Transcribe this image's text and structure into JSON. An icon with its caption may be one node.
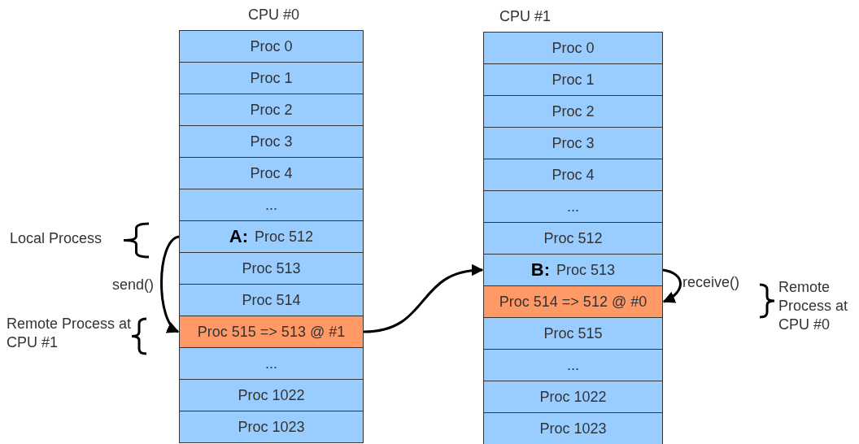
{
  "diagram": {
    "nodes": [
      {
        "text": [
          "CPU #0"
        ]
      },
      {
        "text": [
          "Proc 0"
        ],
        "in": 0
      },
      {
        "text": [
          "Proc 1"
        ],
        "in": 0
      },
      {
        "text": [
          "Proc 2"
        ],
        "in": 0
      },
      {
        "text": [
          "Proc 3"
        ],
        "in": 0
      },
      {
        "text": [
          "Proc 4"
        ],
        "in": 0
      },
      {
        "text": [
          "..."
        ],
        "in": 0
      },
      {
        "text": [
          "A:",
          "Proc 512"
        ],
        "in": 0
      },
      {
        "text": [
          "Proc 513"
        ],
        "in": 0
      },
      {
        "text": [
          "Proc 514"
        ],
        "in": 0
      },
      {
        "text": [
          "Proc 515 => 513 @ #1"
        ],
        "in": 0
      },
      {
        "text": [
          "..."
        ],
        "in": 0
      },
      {
        "text": [
          "Proc 1022"
        ],
        "in": 0
      },
      {
        "text": [
          "Proc 1023"
        ],
        "in": 0
      },
      {
        "text": [
          "CPU #1"
        ]
      },
      {
        "text": [
          "Proc 0"
        ],
        "in": 14
      },
      {
        "text": [
          "Proc 1"
        ],
        "in": 14
      },
      {
        "text": [
          "Proc 2"
        ],
        "in": 14
      },
      {
        "text": [
          "Proc 3"
        ],
        "in": 14
      },
      {
        "text": [
          "Proc 4"
        ],
        "in": 14
      },
      {
        "text": [
          "..."
        ],
        "in": 14
      },
      {
        "text": [
          "Proc 512"
        ],
        "in": 14
      },
      {
        "text": [
          "B:",
          "Proc 513"
        ],
        "in": 14
      },
      {
        "text": [
          "Proc 514 => 512 @ #0"
        ],
        "in": 14
      },
      {
        "text": [
          "Proc 515"
        ],
        "in": 14
      },
      {
        "text": [
          "..."
        ],
        "in": 14
      },
      {
        "text": [
          "Proc 1022"
        ],
        "in": 14
      },
      {
        "text": [
          "Proc 1023"
        ],
        "in": 14
      }
    ],
    "edges": [
      {
        "from": 7,
        "to": 10,
        "arrow": "to",
        "label": "send()"
      },
      {
        "from": 10,
        "to": 22,
        "arrow": "to"
      },
      {
        "from": 22,
        "to": 23,
        "arrow": "to",
        "label": "receive()"
      }
    ],
    "labels": [
      "Local Process",
      "Remote Process at CPU #1",
      "Remote Process at CPU #0"
    ]
  }
}
